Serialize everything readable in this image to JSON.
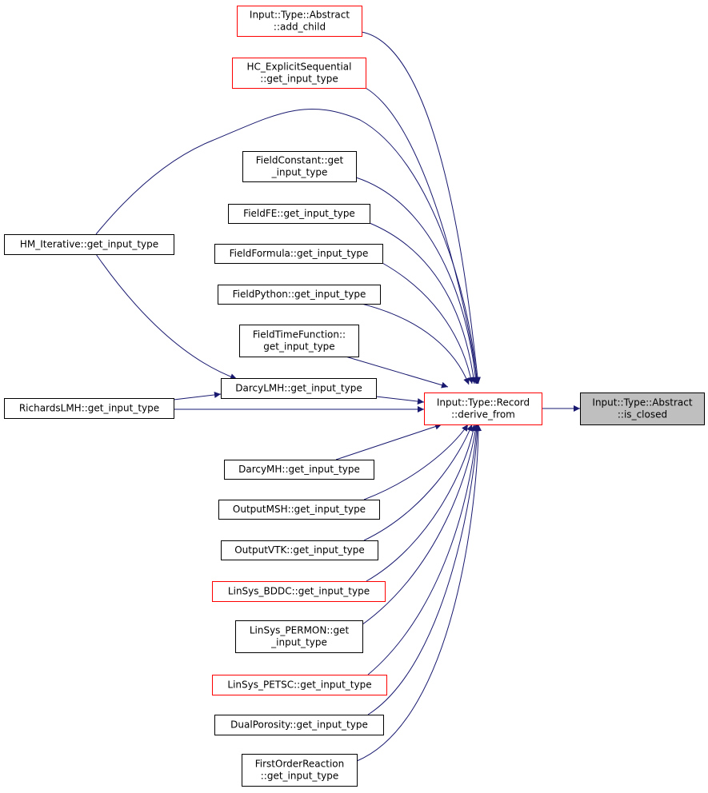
{
  "colors": {
    "edge": "#191970",
    "red_border": "#ff0000",
    "normal_border": "#000000",
    "focus_fill": "#bfbfbf"
  },
  "nodes": [
    {
      "id": "add_child",
      "lines": [
        "Input::Type::Abstract",
        "::add_child"
      ],
      "style": "red"
    },
    {
      "id": "hc",
      "lines": [
        "HC_ExplicitSequential",
        "::get_input_type"
      ],
      "style": "red"
    },
    {
      "id": "fconst",
      "lines": [
        "FieldConstant::get",
        "_input_type"
      ],
      "style": "normal"
    },
    {
      "id": "ffe",
      "lines": [
        "FieldFE::get_input_type"
      ],
      "style": "normal"
    },
    {
      "id": "fformula",
      "lines": [
        "FieldFormula::get_input_type"
      ],
      "style": "normal"
    },
    {
      "id": "fpython",
      "lines": [
        "FieldPython::get_input_type"
      ],
      "style": "normal"
    },
    {
      "id": "ftime",
      "lines": [
        "FieldTimeFunction::",
        "get_input_type"
      ],
      "style": "normal"
    },
    {
      "id": "hm",
      "lines": [
        "HM_Iterative::get_input_type"
      ],
      "style": "normal"
    },
    {
      "id": "richards",
      "lines": [
        "RichardsLMH::get_input_type"
      ],
      "style": "normal"
    },
    {
      "id": "darcylmh",
      "lines": [
        "DarcyLMH::get_input_type"
      ],
      "style": "normal"
    },
    {
      "id": "record",
      "lines": [
        "Input::Type::Record",
        "::derive_from"
      ],
      "style": "red"
    },
    {
      "id": "closed",
      "lines": [
        "Input::Type::Abstract",
        "::is_closed"
      ],
      "style": "focus"
    },
    {
      "id": "darcymh",
      "lines": [
        "DarcyMH::get_input_type"
      ],
      "style": "normal"
    },
    {
      "id": "omsh",
      "lines": [
        "OutputMSH::get_input_type"
      ],
      "style": "normal"
    },
    {
      "id": "ovtk",
      "lines": [
        "OutputVTK::get_input_type"
      ],
      "style": "normal"
    },
    {
      "id": "bddc",
      "lines": [
        "LinSys_BDDC::get_input_type"
      ],
      "style": "red"
    },
    {
      "id": "permon",
      "lines": [
        "LinSys_PERMON::get",
        "_input_type"
      ],
      "style": "normal"
    },
    {
      "id": "petsc",
      "lines": [
        "LinSys_PETSC::get_input_type"
      ],
      "style": "red"
    },
    {
      "id": "dual",
      "lines": [
        "DualPorosity::get_input_type"
      ],
      "style": "normal"
    },
    {
      "id": "forder",
      "lines": [
        "FirstOrderReaction",
        "::get_input_type"
      ],
      "style": "normal"
    }
  ],
  "edges": [
    {
      "from": "add_child",
      "to": "record"
    },
    {
      "from": "hc",
      "to": "record"
    },
    {
      "from": "hm",
      "to": "record"
    },
    {
      "from": "fconst",
      "to": "record"
    },
    {
      "from": "ffe",
      "to": "record"
    },
    {
      "from": "fformula",
      "to": "record"
    },
    {
      "from": "fpython",
      "to": "record"
    },
    {
      "from": "ftime",
      "to": "record"
    },
    {
      "from": "hm",
      "to": "darcylmh"
    },
    {
      "from": "richards",
      "to": "darcylmh"
    },
    {
      "from": "richards",
      "to": "record"
    },
    {
      "from": "darcylmh",
      "to": "record"
    },
    {
      "from": "darcymh",
      "to": "record"
    },
    {
      "from": "omsh",
      "to": "record"
    },
    {
      "from": "ovtk",
      "to": "record"
    },
    {
      "from": "bddc",
      "to": "record"
    },
    {
      "from": "permon",
      "to": "record"
    },
    {
      "from": "petsc",
      "to": "record"
    },
    {
      "from": "dual",
      "to": "record"
    },
    {
      "from": "forder",
      "to": "record"
    },
    {
      "from": "record",
      "to": "closed"
    }
  ]
}
